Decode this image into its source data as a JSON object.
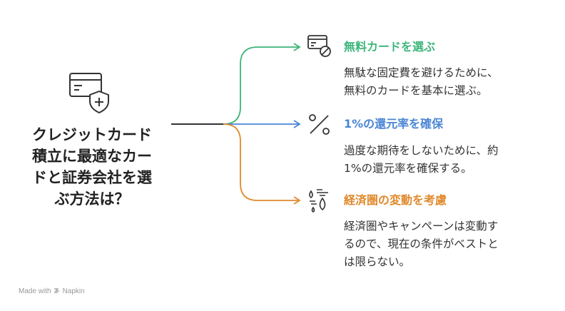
{
  "center": {
    "title": "クレジットカード積立に最適なカードと証券会社を選ぶ方法は？",
    "title_lines": [
      "クレジットカード",
      "積立に最適なカー",
      "ドと証券会社を選",
      "ぶ方法は？"
    ],
    "icon": "credit-card-shield-icon"
  },
  "branches": [
    {
      "title": "無料カードを選ぶ",
      "color": "#3db57a",
      "icon": "card-no-fee-icon",
      "desc_lines": [
        "無駄な固定費を避けるために、",
        "無料のカードを基本に選ぶ。"
      ]
    },
    {
      "title": "1%の還元率を確保",
      "color": "#4a86d4",
      "icon": "percent-icon",
      "desc_lines": [
        "過度な期待をしないために、約",
        "1%の還元率を確保する。"
      ]
    },
    {
      "title": "経済圏の変動を考慮",
      "color": "#e0892b",
      "icon": "weather-change-icon",
      "desc_lines": [
        "経済圏やキャンペーンは変動す",
        "るので、現在の条件がベストと",
        "は限らない。"
      ]
    }
  ],
  "footer": {
    "made_with": "Made with",
    "brand": "Napkin"
  }
}
